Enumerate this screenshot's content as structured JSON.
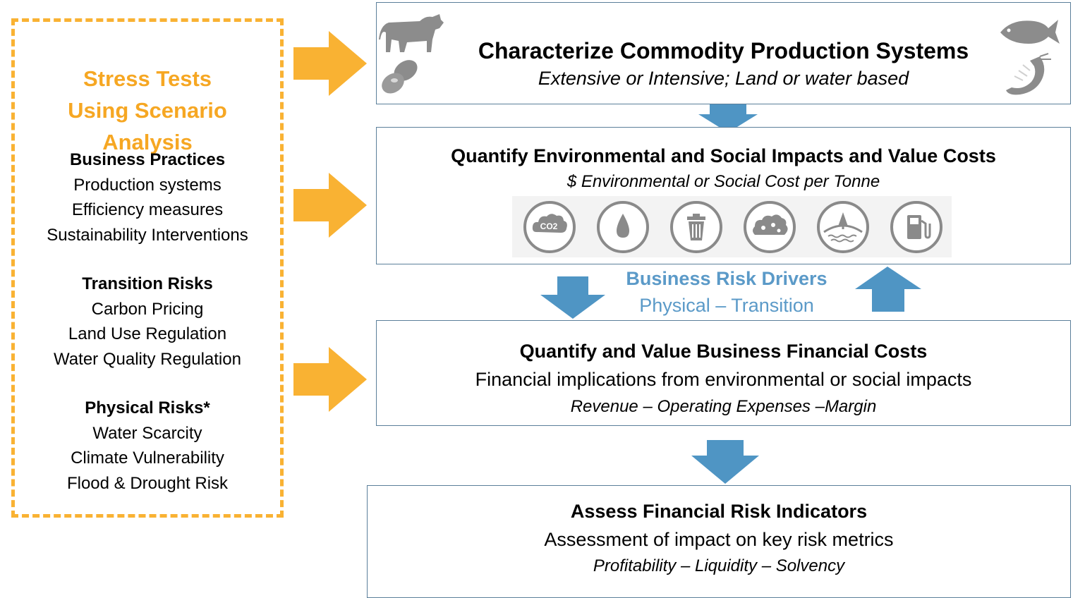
{
  "left_panel": {
    "title_lines": [
      "Stress Tests",
      "Using Scenario",
      "Analysis"
    ],
    "groups": [
      {
        "heading": "Business Practices",
        "items": [
          "Production systems",
          "Efficiency measures",
          "Sustainability Interventions"
        ]
      },
      {
        "heading": "Transition Risks",
        "items": [
          "Carbon Pricing",
          "Land Use Regulation",
          "Water Quality Regulation"
        ]
      },
      {
        "heading": "Physical Risks*",
        "items": [
          "Water Scarcity",
          "Climate Vulnerability",
          "Flood & Drought Risk"
        ]
      }
    ]
  },
  "steps": [
    {
      "title": "Characterize Commodity Production Systems",
      "subtitle": "Extensive or Intensive; Land or water based"
    },
    {
      "title": "Quantify Environmental and Social Impacts and Value Costs",
      "subtitle": "$ Environmental or Social Cost per Tonne",
      "icons": [
        "co2-icon",
        "water-drop-icon",
        "waste-bin-icon",
        "air-pollution-icon",
        "land-use-icon",
        "fuel-pump-icon"
      ],
      "co2_label": "CO2"
    },
    {
      "title": "Quantify and Value Business Financial Costs",
      "line2": "Financial implications from environmental or social impacts",
      "line3": "Revenue – Operating Expenses –Margin"
    },
    {
      "title": "Assess Financial Risk Indicators",
      "line2": "Assessment of impact on key risk metrics",
      "line3": "Profitability – Liquidity – Solvency"
    }
  ],
  "drivers": {
    "title": "Business Risk Drivers",
    "subtitle": "Physical – Transition"
  },
  "colors": {
    "orange": "#f9b233",
    "orange_text": "#f6a723",
    "blue": "#4f95c4",
    "blue_text": "#5b9ac8",
    "icon_gray": "#8a8a8a"
  }
}
